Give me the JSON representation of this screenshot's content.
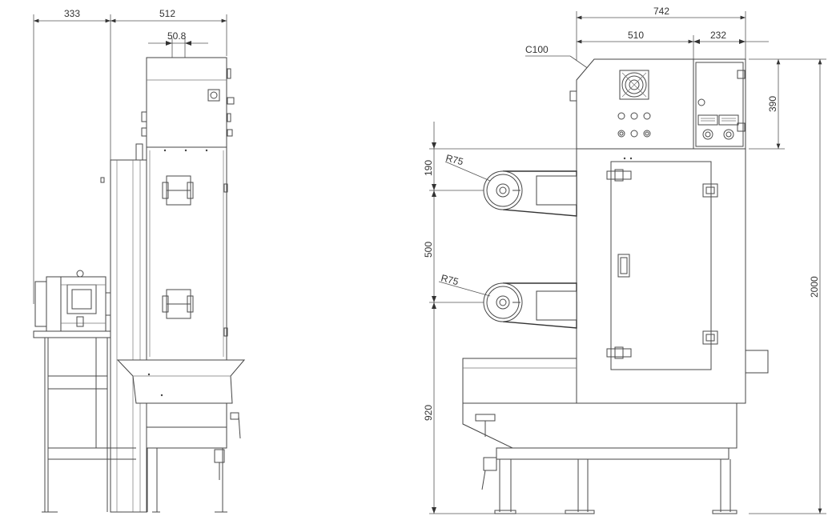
{
  "drawing": {
    "side_view": {
      "dims": {
        "width_left": "333",
        "width_main": "512",
        "detail_width": "50.8"
      }
    },
    "front_view": {
      "dims": {
        "total_width": "742",
        "body_width": "510",
        "cabinet_width": "232",
        "chamfer": "C100",
        "cabinet_height": "390",
        "total_height": "2000",
        "upper_wheel_offset": "190",
        "wheel_spacing": "500",
        "base_height": "920",
        "radius_upper": "R75",
        "radius_lower": "R75"
      }
    }
  }
}
